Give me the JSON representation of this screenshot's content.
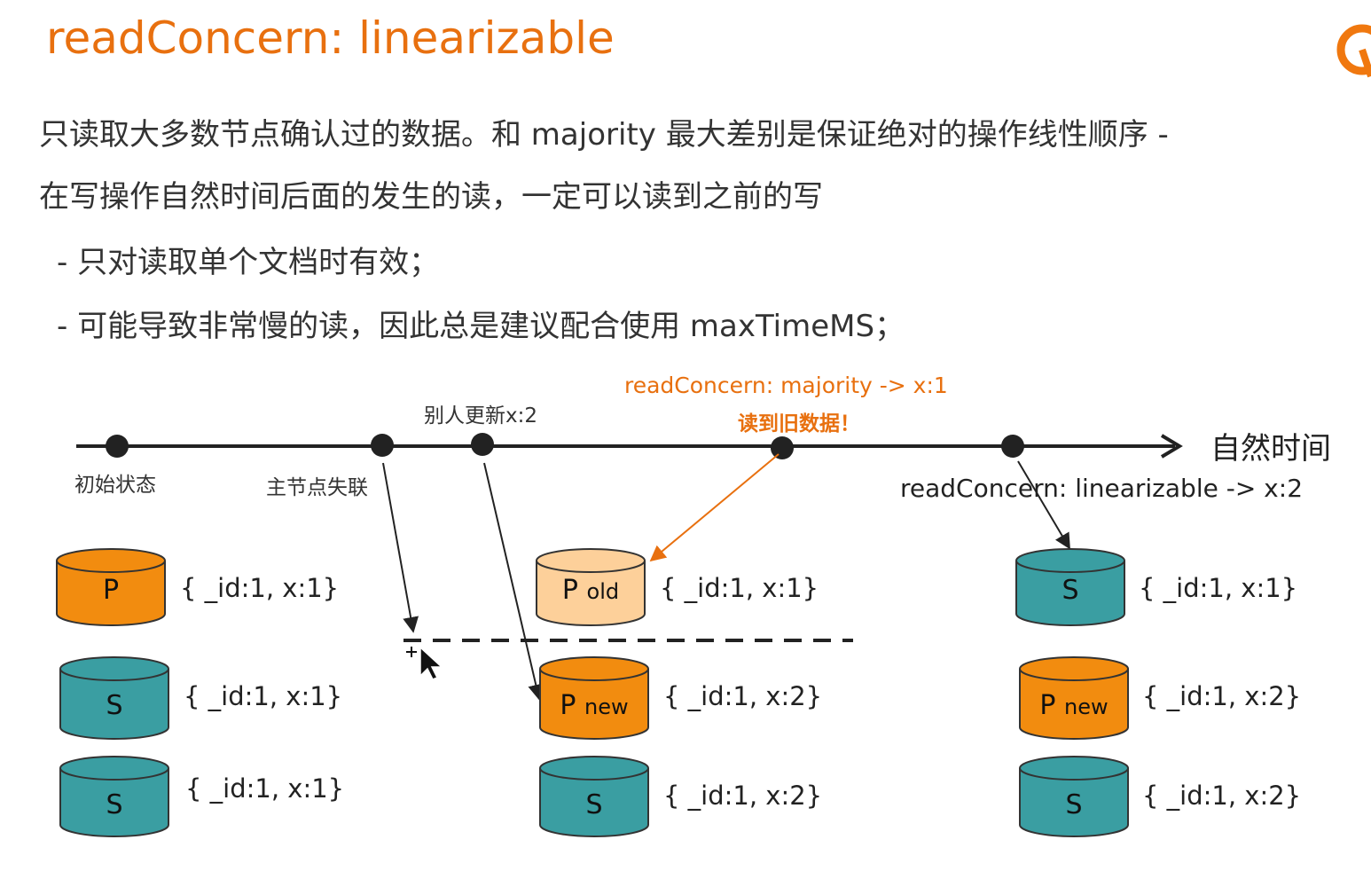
{
  "title": "readConcern: linearizable",
  "description": {
    "line1": "只读取大多数节点确认过的数据。和 majority 最大差别是保证绝对的操作线性顺序 -",
    "line2": "在写操作自然时间后面的发生的读，一定可以读到之前的写",
    "bullets": [
      "- 只对读取单个文档时有效；",
      "- 可能导致非常慢的读，因此总是建议配合使用 maxTimeMS；"
    ]
  },
  "timeline": {
    "axis_label": "自然时间",
    "events": [
      {
        "label": "初始状态"
      },
      {
        "label": "主节点失联"
      },
      {
        "label": "别人更新x:2"
      },
      {
        "label": "readConcern: majority -> x:1",
        "note": "读到旧数据！"
      },
      {
        "label": "readConcern: linearizable -> x:2"
      }
    ]
  },
  "groups": [
    {
      "nodes": [
        {
          "role": "P",
          "tag": "",
          "doc": "{ _id:1, x:1}",
          "color": "#f28c0f"
        },
        {
          "role": "S",
          "tag": "",
          "doc": "{ _id:1, x:1}",
          "color": "#3a9ea2"
        },
        {
          "role": "S",
          "tag": "",
          "doc": "{ _id:1, x:1}",
          "color": "#3a9ea2"
        }
      ]
    },
    {
      "nodes": [
        {
          "role": "P",
          "tag": "old",
          "doc": "{ _id:1, x:1}",
          "color": "#fdd09a"
        },
        {
          "role": "P",
          "tag": "new",
          "doc": "{ _id:1, x:2}",
          "color": "#f28c0f"
        },
        {
          "role": "S",
          "tag": "",
          "doc": "{ _id:1, x:2}",
          "color": "#3a9ea2"
        }
      ]
    },
    {
      "nodes": [
        {
          "role": "S",
          "tag": "",
          "doc": "{ _id:1, x:1}",
          "color": "#3a9ea2"
        },
        {
          "role": "P",
          "tag": "new",
          "doc": "{ _id:1, x:2}",
          "color": "#f28c0f"
        },
        {
          "role": "S",
          "tag": "",
          "doc": "{ _id:1, x:2}",
          "color": "#3a9ea2"
        }
      ]
    }
  ],
  "colors": {
    "accent": "#e8700f",
    "primary_node": "#f28c0f",
    "old_primary_node": "#fdd09a",
    "secondary_node": "#3a9ea2"
  }
}
